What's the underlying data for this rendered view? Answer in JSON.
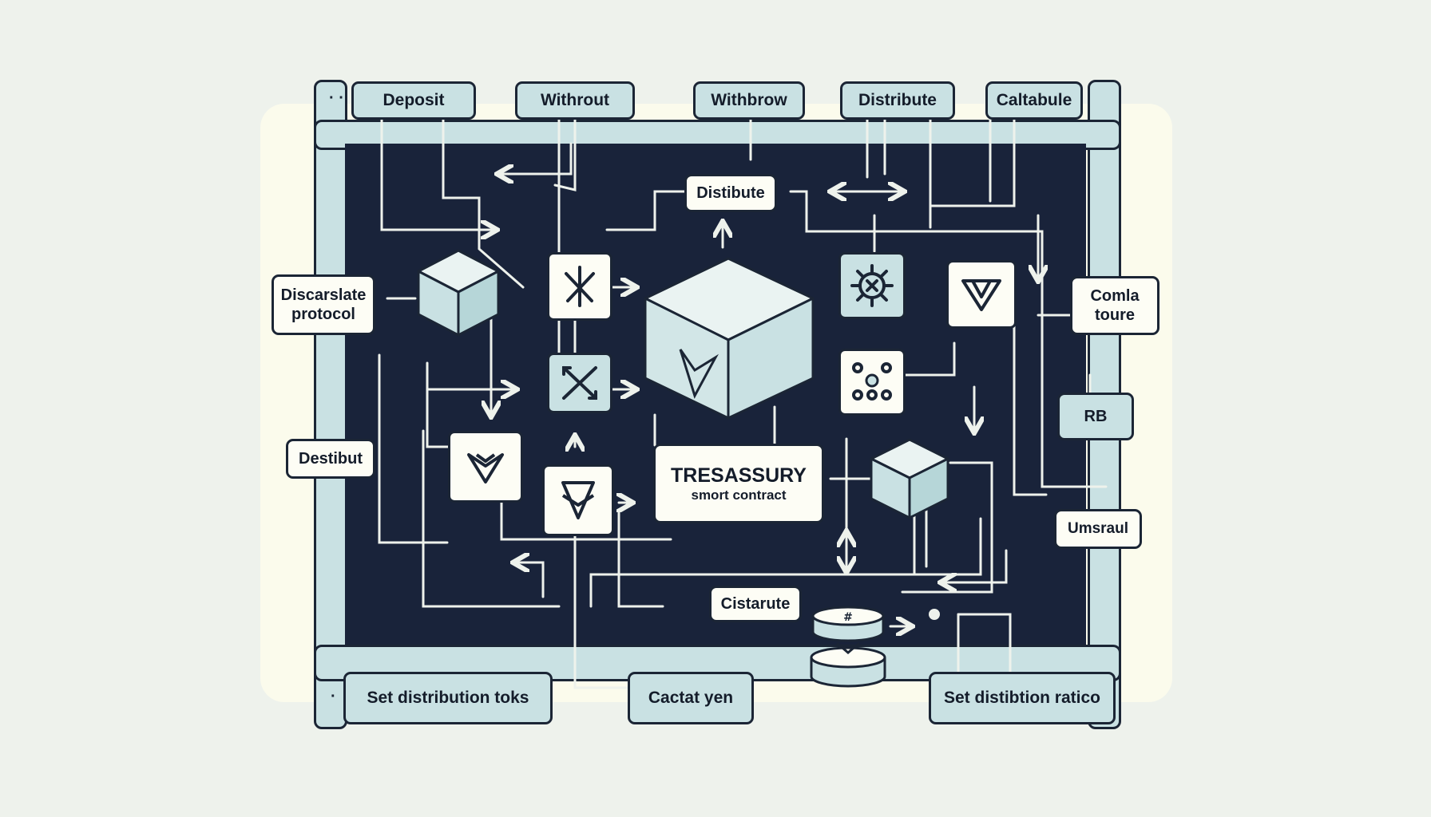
{
  "labels": {
    "top": [
      "Deposit",
      "Withrout",
      "Withbrow",
      "Distribute",
      "Caltabule"
    ],
    "bottom": [
      "Set distribution  toks",
      "Cactat yen",
      "Set distibtion  ratico"
    ],
    "left": [
      "Discarslate protocol",
      "Destibut"
    ],
    "right": [
      "Comla toure",
      "RB",
      "Umsraul"
    ],
    "inner": [
      "Distibute",
      "Cistarute"
    ],
    "center_title": "TRESASSURY",
    "center_subtitle": "smort contract"
  },
  "colors": {
    "background": "#eef2ec",
    "cream_panel": "#fbfbec",
    "dark_panel": "#19233a",
    "teal": "#c9e1e3",
    "ink": "#1b2535",
    "node_white": "#fdfdf5"
  },
  "icons": [
    "cube-icon",
    "arrow-split-icon",
    "chevron-down-icon",
    "gear-icon",
    "dots-grid-icon",
    "coin-stack-icon"
  ]
}
